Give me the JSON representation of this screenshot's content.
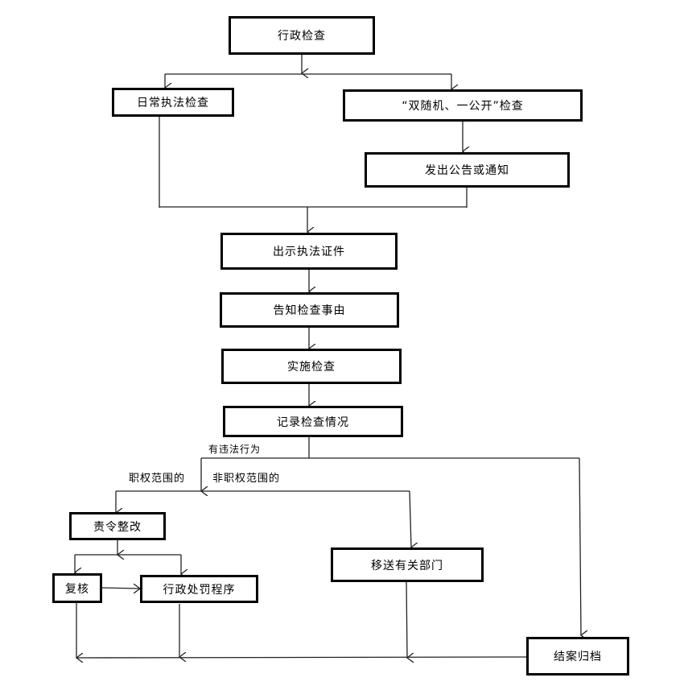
{
  "diagram": {
    "type": "flowchart",
    "nodes": {
      "admin_inspection": "行政检查",
      "routine_inspection": "日常执法检查",
      "random_inspection": "“双随机、一公开”检查",
      "issue_notice": "发出公告或通知",
      "show_certificate": "出示执法证件",
      "inform_reason": "告知检查事由",
      "conduct_inspection": "实施检查",
      "record_situation": "记录检查情况",
      "order_rectify": "责令整改",
      "review": "复核",
      "penalty_procedure": "行政处罚程序",
      "transfer_department": "移送有关部门",
      "close_archive": "结案归档"
    },
    "edge_labels": {
      "illegal_act": "有违法行为",
      "within_authority": "职权范围的",
      "outside_authority": "非职权范围的"
    },
    "edges": [
      {
        "from": "行政检查",
        "to": "日常执法检查"
      },
      {
        "from": "行政检查",
        "to": "“双随机、一公开”检查"
      },
      {
        "from": "“双随机、一公开”检查",
        "to": "发出公告或通知"
      },
      {
        "from": "日常执法检查",
        "to": "出示执法证件"
      },
      {
        "from": "发出公告或通知",
        "to": "出示执法证件"
      },
      {
        "from": "出示执法证件",
        "to": "告知检查事由"
      },
      {
        "from": "告知检查事由",
        "to": "实施检查"
      },
      {
        "from": "实施检查",
        "to": "记录检查情况"
      },
      {
        "from": "记录检查情况",
        "to": "责令整改",
        "label": "有违法行为 / 职权范围的"
      },
      {
        "from": "记录检查情况",
        "to": "移送有关部门",
        "label": "有违法行为 / 非职权范围的"
      },
      {
        "from": "记录检查情况",
        "to": "结案归档"
      },
      {
        "from": "责令整改",
        "to": "复核"
      },
      {
        "from": "责令整改",
        "to": "行政处罚程序"
      },
      {
        "from": "复核",
        "to": "行政处罚程序"
      },
      {
        "from": "复核",
        "to": "结案归档"
      },
      {
        "from": "行政处罚程序",
        "to": "结案归档"
      },
      {
        "from": "移送有关部门",
        "to": "结案归档"
      }
    ]
  }
}
